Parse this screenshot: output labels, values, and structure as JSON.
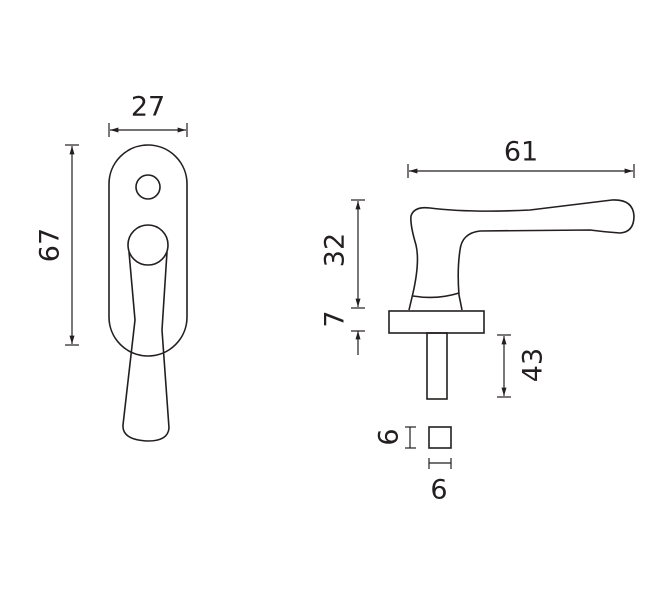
{
  "dimensions": {
    "rosette_width": "27",
    "rosette_height": "67",
    "lever_length": "61",
    "lever_height": "32",
    "plate_thickness": "7",
    "spindle_length": "43",
    "spindle_square_height": "6",
    "spindle_square_width": "6"
  },
  "colors": {
    "line": "#231f20",
    "background": "#ffffff"
  }
}
